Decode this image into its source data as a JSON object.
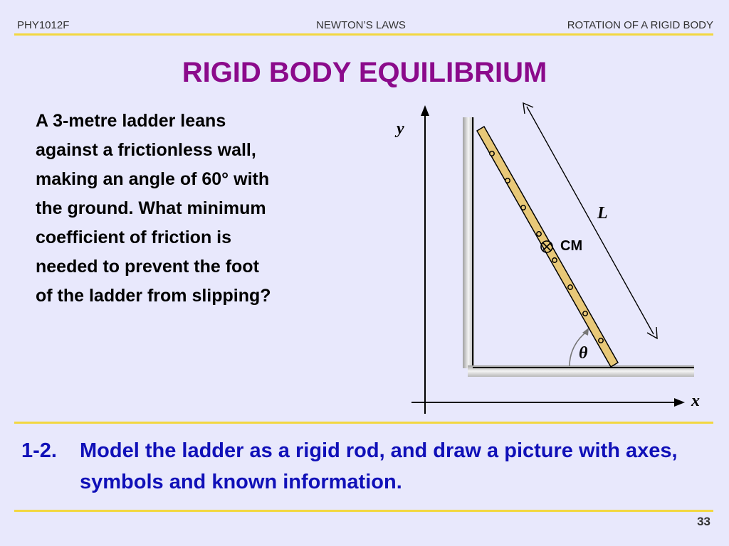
{
  "header": {
    "left": "PHY1012F",
    "center": "NEWTON’S LAWS",
    "right": "ROTATION OF A RIGID BODY"
  },
  "title": "RIGID BODY EQUILIBRIUM",
  "problem_lines": [
    "A 3-metre ladder leans",
    "against a frictionless wall,",
    "making an angle of 60° with",
    "the ground.  What minimum",
    "coefficient of friction is",
    "needed to prevent the foot",
    "of the ladder from slipping?"
  ],
  "diagram": {
    "y_label": "y",
    "x_label": "x",
    "length_label": "L",
    "cm_label": "CM",
    "angle_label": "θ"
  },
  "step": {
    "number": "1-2.",
    "text": "Model the ladder as a rigid rod, and draw a picture with axes, symbols and known information."
  },
  "page_number": "33",
  "colors": {
    "background": "#e8e8fc",
    "title": "#8b0a8b",
    "rule": "#f2d740",
    "step_text": "#1010b8",
    "ladder": "#e8c878"
  }
}
